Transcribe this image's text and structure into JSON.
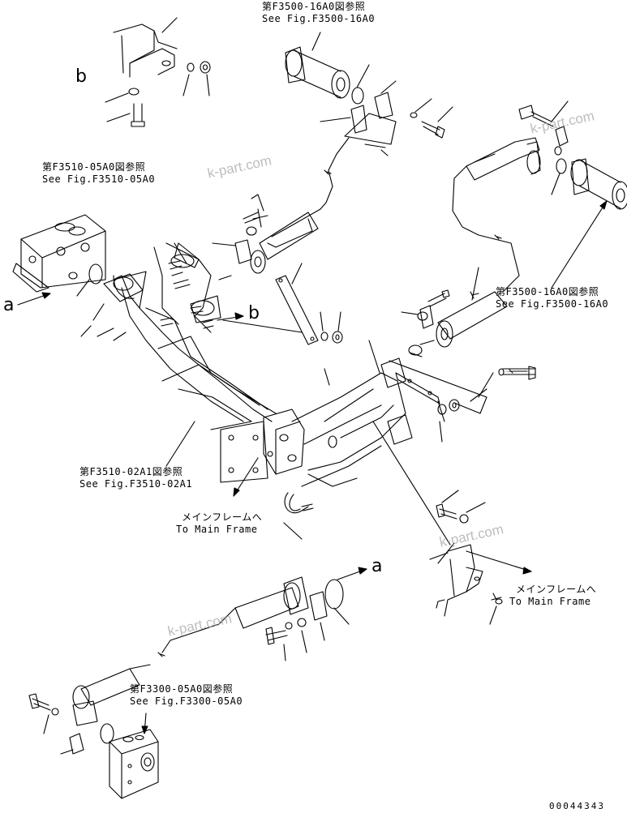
{
  "references": {
    "f3500_top": {
      "ja": "第F3500-16A0図参照",
      "en": "See Fig.F3500-16A0"
    },
    "f3510_05": {
      "ja": "第F3510-05A0図参照",
      "en": "See Fig.F3510-05A0"
    },
    "f3500_right": {
      "ja": "第F3500-16A0図参照",
      "en": "See Fig.F3500-16A0"
    },
    "f3510_02": {
      "ja": "第F3510-02A1図参照",
      "en": "See Fig.F3510-02A1"
    },
    "main_frame_left": {
      "ja": "メインフレームへ",
      "en": "To Main Frame"
    },
    "main_frame_right": {
      "ja": "メインフレームへ",
      "en": "To Main Frame"
    },
    "f3300": {
      "ja": "第F3300-05A0図参照",
      "en": "See Fig.F3300-05A0"
    }
  },
  "connectors": {
    "a": "a",
    "b": "b"
  },
  "watermark": "k-part.com",
  "doc_number": "00044343"
}
